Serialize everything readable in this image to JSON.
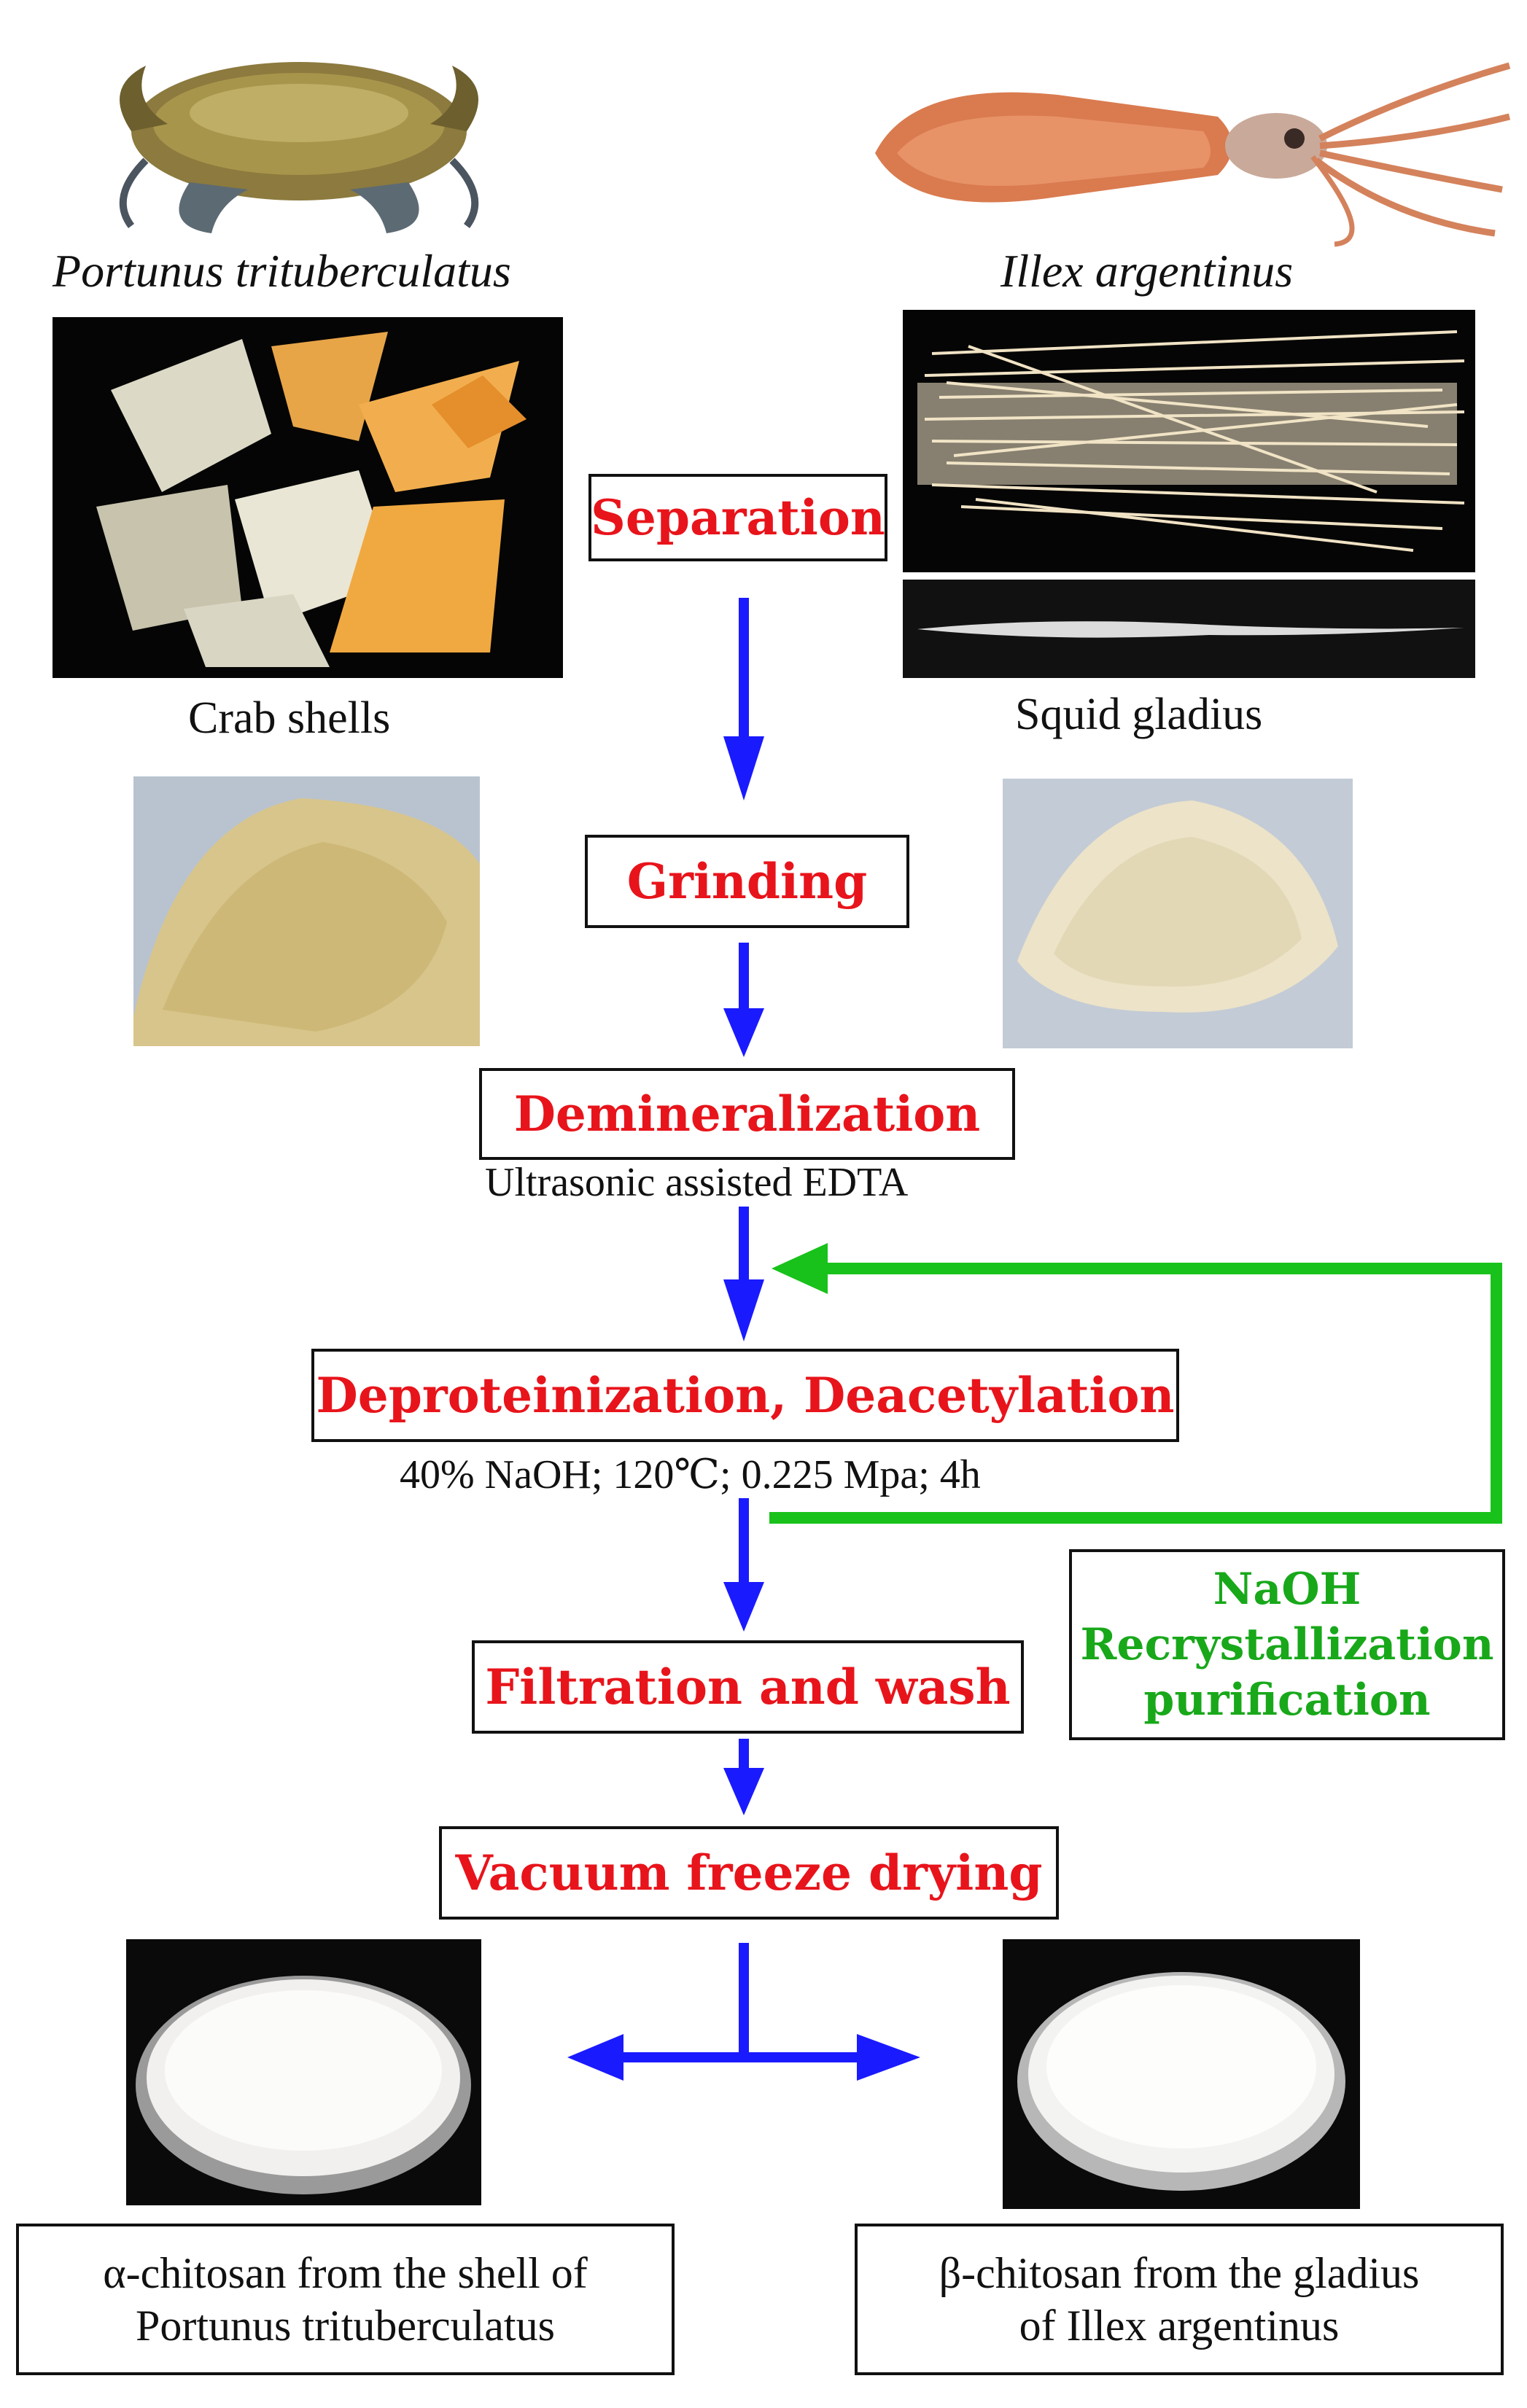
{
  "species": {
    "left": "Portunus trituberculatus",
    "right": "Illex argentinus"
  },
  "raw_materials": {
    "left": "Crab shells",
    "right": "Squid gladius"
  },
  "steps": {
    "separation": "Separation",
    "grinding": "Grinding",
    "demineralization": "Demineralization",
    "demineralization_condition": "Ultrasonic assisted EDTA",
    "deproteinization": "Deproteinization, Deacetylation",
    "deproteinization_condition": "40% NaOH; 120℃; 0.225 Mpa;  4h",
    "filtration": "Filtration and wash",
    "drying": "Vacuum freeze drying"
  },
  "recycle_box": {
    "line1": "NaOH",
    "line2": "Recrystallization",
    "line3": "purification"
  },
  "results": {
    "left_line1": "α-chitosan from the shell of",
    "left_line2": "Portunus trituberculatus",
    "right_line1": "β-chitosan from the gladius",
    "right_line2": "of Illex argentinus"
  },
  "colors": {
    "step_text": "#e8141b",
    "flow_arrow": "#1a1aff",
    "recycle_arrow": "#18c21b",
    "recycle_text": "#18a81a"
  }
}
